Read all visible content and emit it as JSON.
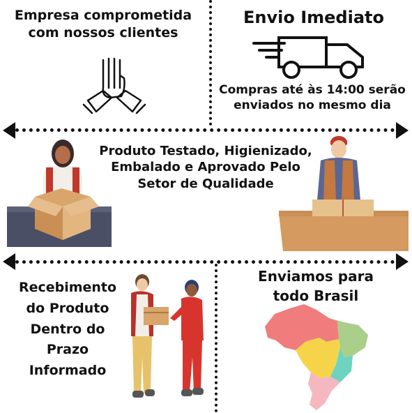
{
  "top_left": {
    "line1": "Empresa comprometida",
    "line2": "com nossos clientes",
    "icon": "handshake-icon"
  },
  "top_right": {
    "title": "Envio Imediato",
    "line1": "Compras até às 14:00 serão",
    "line2": "enviados no mesmo dia",
    "icon": "delivery-truck-icon"
  },
  "middle": {
    "line1": "Produto Testado, Higienizado,",
    "line2": "Embalado e  Aprovado Pelo",
    "line3": "Setor de Qualidade"
  },
  "bottom_left": {
    "line1": "Recebimento",
    "line2": "do Produto",
    "line3": "Dentro do",
    "line4": "Prazo",
    "line5": "Informado"
  },
  "bottom_right": {
    "line1": "Enviamos para",
    "line2": "todo Brasil",
    "icon": "brazil-map-icon"
  },
  "colors": {
    "divider": "#111111",
    "map_red": "#f07c7c",
    "map_green": "#a9cf8a",
    "map_yellow": "#f6d44a",
    "map_teal": "#6fd3c1",
    "map_pink": "#f5b7c0",
    "box": "#d9a56b"
  }
}
